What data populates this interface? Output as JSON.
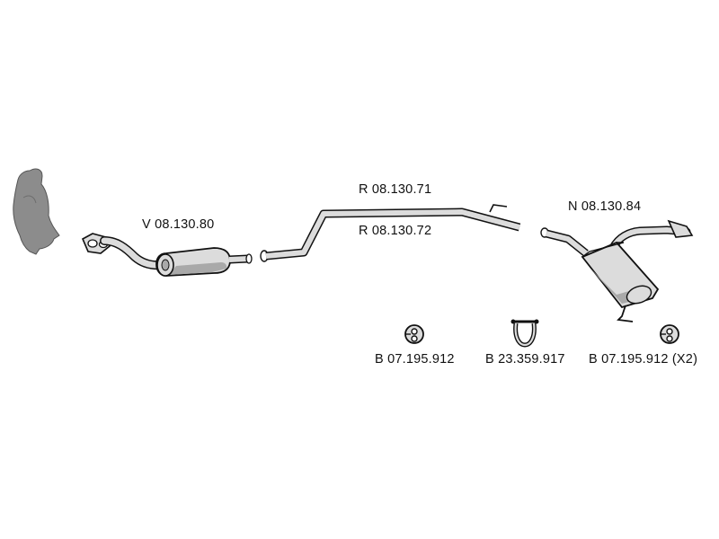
{
  "labels": {
    "front_section": "V 08.130.80",
    "middle_pipe_a": "R 08.130.71",
    "middle_pipe_b": "R 08.130.72",
    "rear_silencer": "N 08.130.84",
    "clamp_left": "B 07.195.912",
    "clamp_center": "B 23.359.917",
    "clamp_right": "B 07.195.912 (X2)"
  },
  "icons": {
    "vehicle": "car-silhouette-icon",
    "rubber_hanger": "rubber-hanger-icon",
    "u_clamp": "u-bolt-clamp-icon"
  },
  "colors": {
    "part_fill": "#dcdcdc",
    "part_shadow": "#a9a9a9",
    "outline": "#111111",
    "vehicle_fill": "#8c8c8c"
  }
}
